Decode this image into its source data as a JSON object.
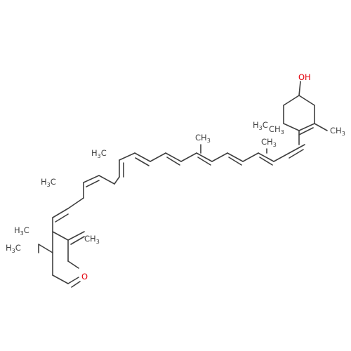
{
  "molecule": {
    "labels": {
      "hydroxyl_oh": "OH",
      "ketone_o": "O",
      "methyl_ch3": "CH",
      "methyl_h3c": "H",
      "methyl_sub": "3",
      "methyl_c": "C"
    },
    "colors": {
      "bond": "#3f3f3f",
      "heteroatom": "#e3000b",
      "background": "#ffffff"
    }
  }
}
